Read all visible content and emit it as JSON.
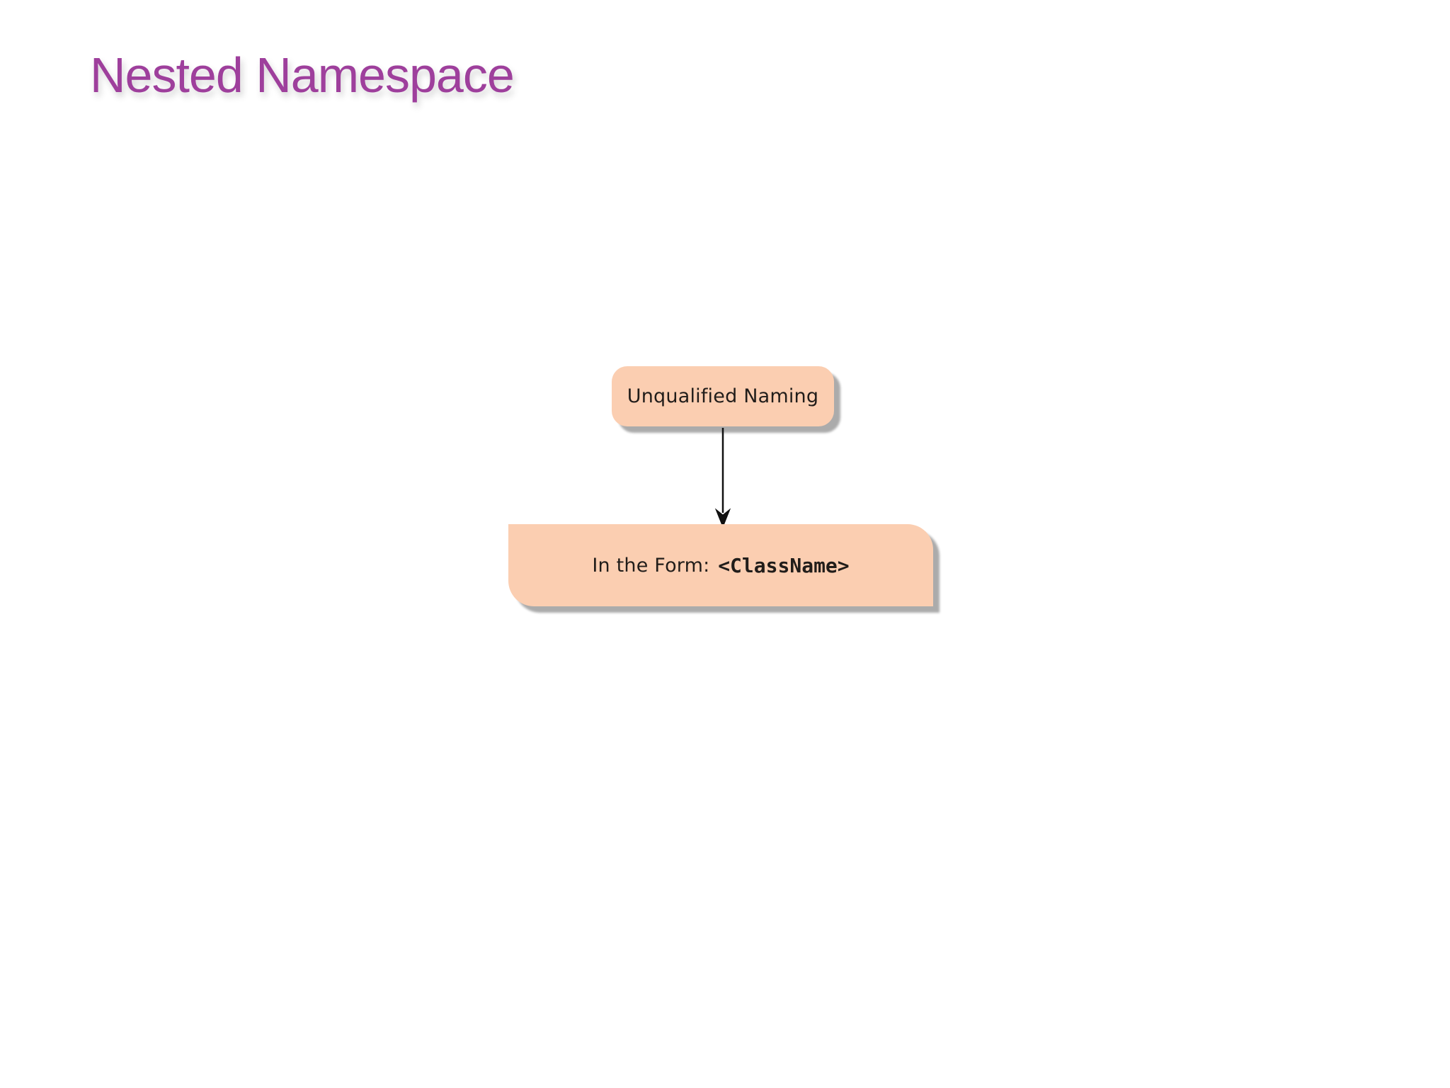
{
  "slide": {
    "title": "Nested Namespace"
  },
  "theme": {
    "background": "#ffffff",
    "title_color": "#9e3f9c",
    "node_fill": "#fbceb1",
    "node_shadow": "#ababab",
    "node_text_color": "#211d1a",
    "connector_color": "#111111"
  },
  "diagram": {
    "nodes": [
      {
        "id": "unqualified-naming",
        "label": "Unqualified Naming"
      },
      {
        "id": "in-the-form",
        "label_prefix": "In the Form: ",
        "label_code": "<ClassName>"
      }
    ],
    "connector": {
      "from": "unqualified-naming",
      "to": "in-the-form",
      "style": "straight-down-filled-arrowhead"
    }
  }
}
